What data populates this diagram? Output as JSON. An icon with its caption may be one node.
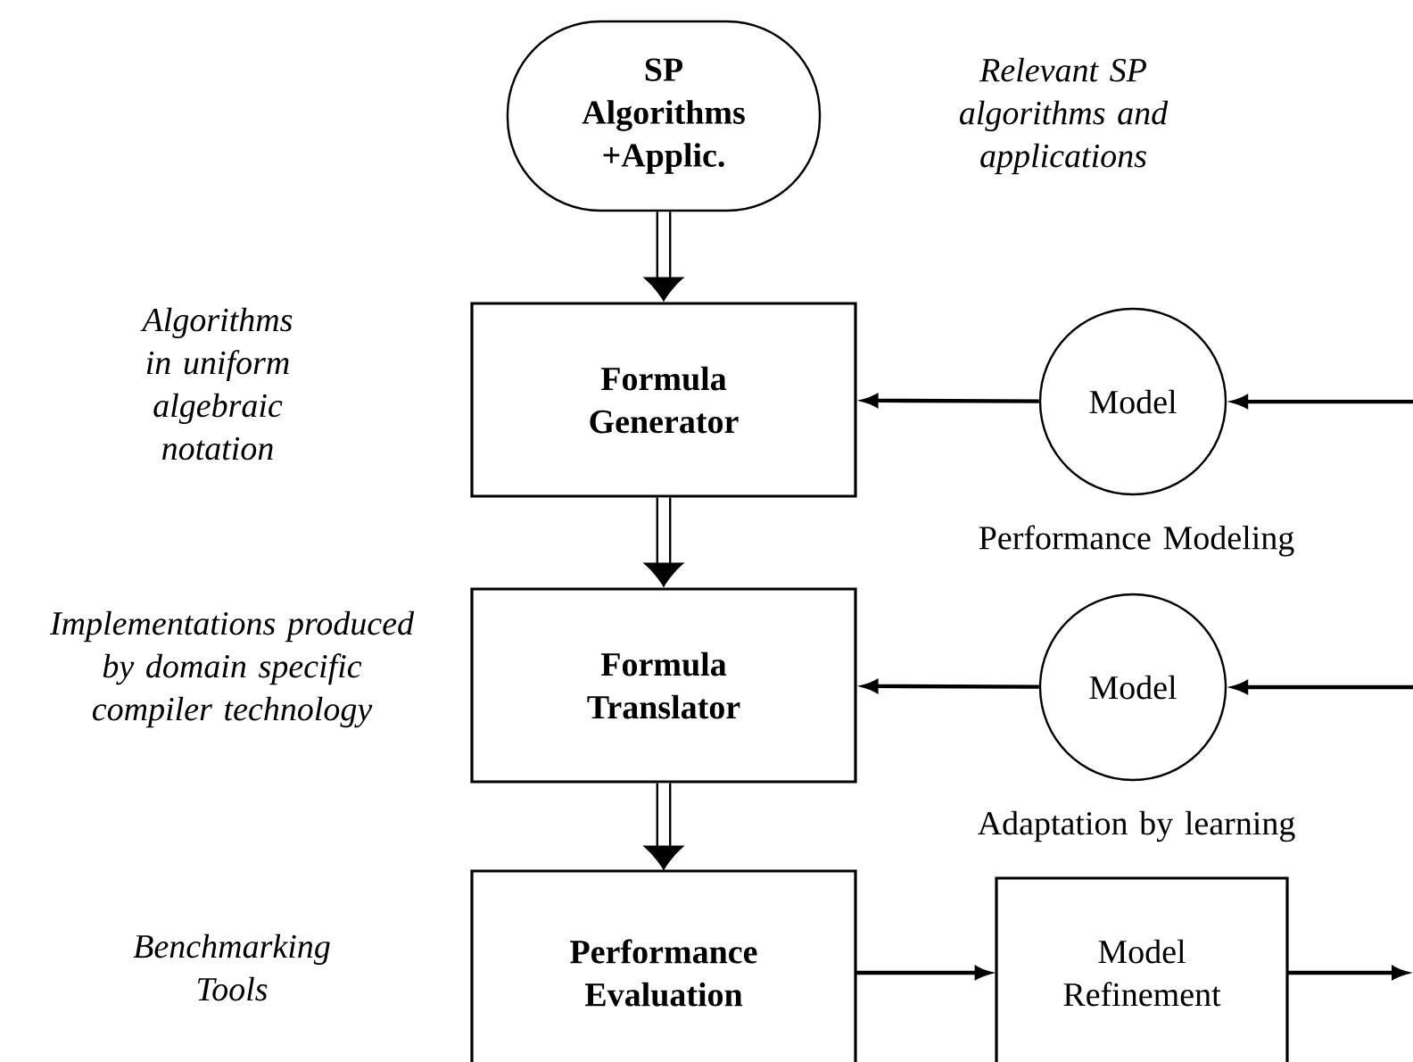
{
  "diagram": {
    "nodes": [
      {
        "text": [
          "SP Algorithms +Applic."
        ]
      },
      {
        "text": [
          "Formula Generator"
        ]
      },
      {
        "text": [
          "Model"
        ],
        "beside": [
          "Performance Modeling"
        ]
      },
      {
        "text": [
          "Formula Translator"
        ]
      },
      {
        "text": [
          "Model"
        ],
        "beside": [
          "Adaptation by learning"
        ]
      },
      {
        "text": [
          "Performance Evaluation"
        ]
      },
      {
        "text": [
          "Model Refinement"
        ]
      }
    ],
    "edges": [
      {
        "from": 0,
        "to": 1,
        "arrow": "to",
        "style": "thick"
      },
      {
        "from": 2,
        "to": 1,
        "arrow": "to"
      },
      {
        "from": null,
        "to": 2,
        "arrow": "to"
      },
      {
        "from": 1,
        "to": 3,
        "arrow": "to",
        "style": "thick"
      },
      {
        "from": 4,
        "to": 3,
        "arrow": "to"
      },
      {
        "from": null,
        "to": 4,
        "arrow": "to"
      },
      {
        "from": 3,
        "to": 5,
        "arrow": "to",
        "style": "thick"
      },
      {
        "from": 5,
        "to": 6,
        "arrow": "to"
      },
      {
        "from": 6,
        "to": null,
        "arrow": "to"
      }
    ],
    "labels": [
      "Relevant SP algorithms and applications",
      "Algorithms in uniform algebraic notation",
      "Implementations produced by domain specific compiler technology",
      "Benchmarking Tools"
    ]
  }
}
